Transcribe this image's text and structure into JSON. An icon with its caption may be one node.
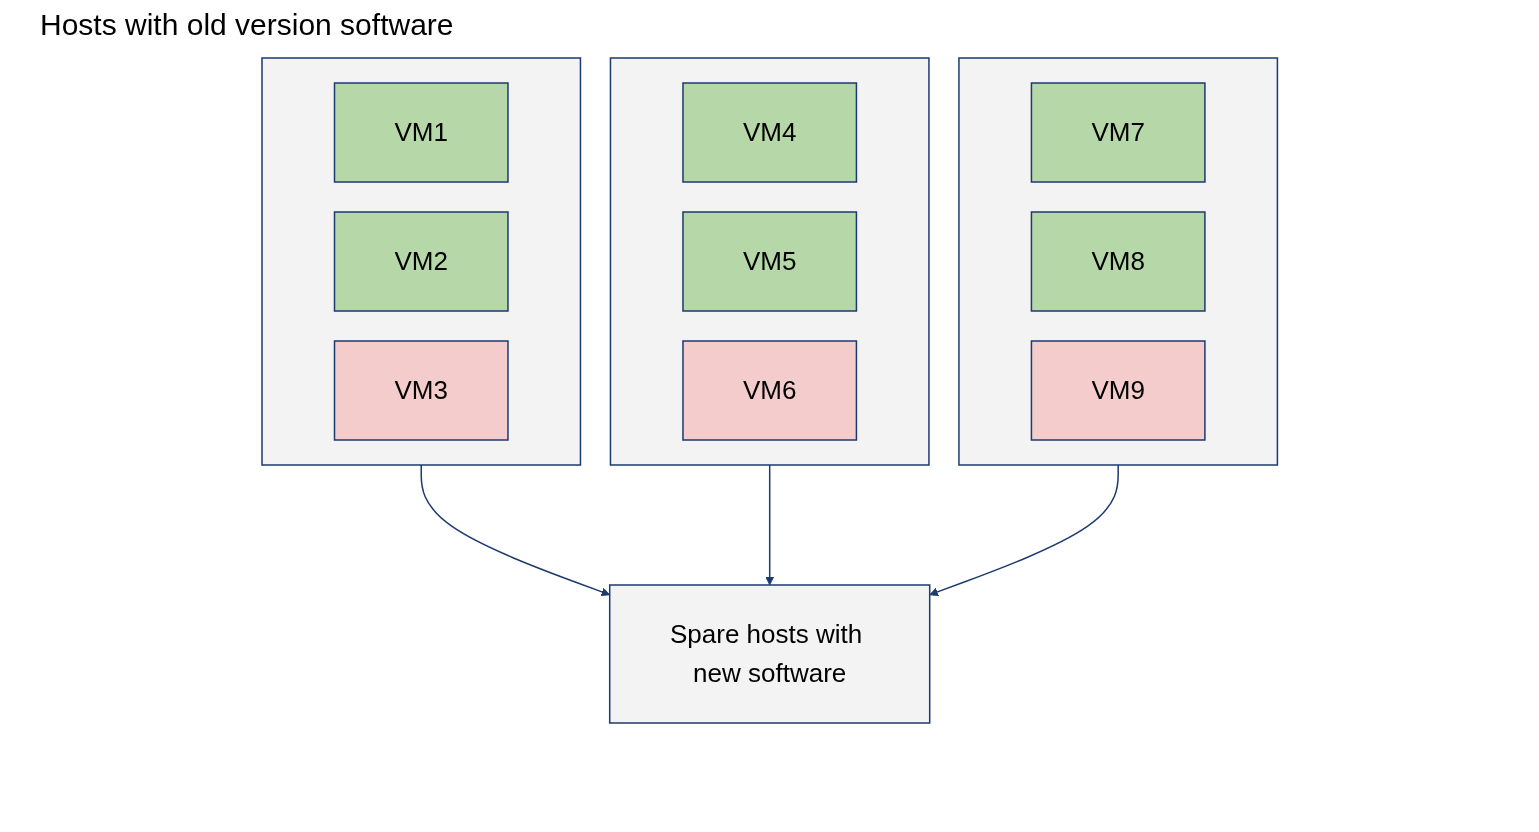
{
  "diagram": {
    "nodes": [
      {
        "text": [],
        "shape": "box"
      },
      {
        "text": [
          "VM1"
        ],
        "in": 0
      },
      {
        "text": [
          "VM2"
        ],
        "in": 0
      },
      {
        "text": [
          "VM3"
        ],
        "in": 0
      },
      {
        "text": [],
        "shape": "box"
      },
      {
        "text": [
          "VM4"
        ],
        "in": 4
      },
      {
        "text": [
          "VM5"
        ],
        "in": 4
      },
      {
        "text": [
          "VM6"
        ],
        "in": 4
      },
      {
        "text": [],
        "shape": "box"
      },
      {
        "text": [
          "VM7"
        ],
        "in": 8
      },
      {
        "text": [
          "VM8"
        ],
        "in": 8
      },
      {
        "text": [
          "VM9"
        ],
        "in": 8
      },
      {
        "text": [
          "Spare hosts with new software"
        ]
      }
    ],
    "edges": [
      {
        "from": 0,
        "to": 12,
        "arrow": "to"
      },
      {
        "from": 4,
        "to": 12,
        "arrow": "to"
      },
      {
        "from": 8,
        "to": 12,
        "arrow": "to"
      }
    ],
    "labels": [
      "Hosts with old version software"
    ]
  }
}
